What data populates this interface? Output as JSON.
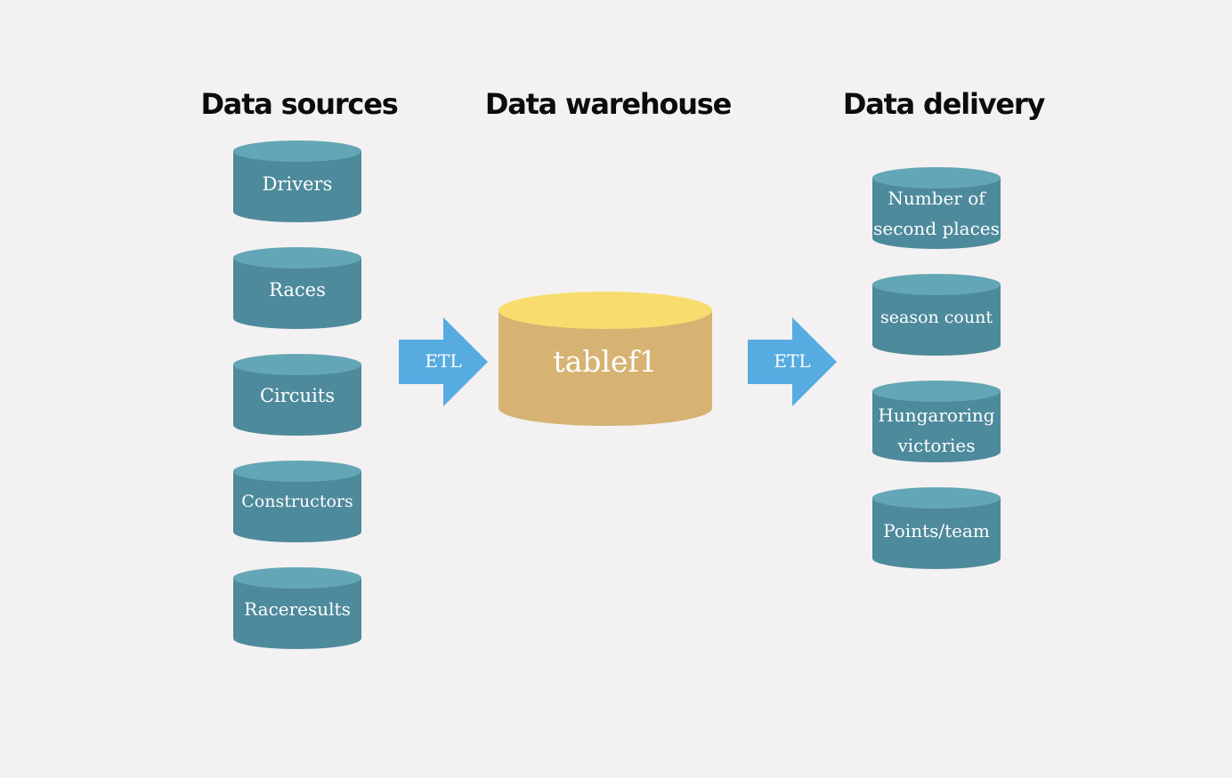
{
  "colors": {
    "background": "#f3f1f1",
    "cylinder_blue_body": "#4d8a9c",
    "cylinder_blue_top": "#63a6b6",
    "cylinder_gold_body": "#d6b373",
    "cylinder_gold_top": "#f8dd6e",
    "arrow_blue": "#56abe1",
    "heading_text": "#0c0c0c",
    "label_text": "#ffffff"
  },
  "headings": {
    "sources": "Data sources",
    "warehouse": "Data warehouse",
    "delivery": "Data delivery"
  },
  "sources": [
    {
      "label": "Drivers"
    },
    {
      "label": "Races"
    },
    {
      "label": "Circuits"
    },
    {
      "label": "Constructors"
    },
    {
      "label": "Raceresults"
    }
  ],
  "warehouse": {
    "label": "tablef1"
  },
  "arrows": {
    "etl_in": "ETL",
    "etl_out": "ETL"
  },
  "delivery": [
    {
      "lines": [
        "Number of",
        "second places"
      ]
    },
    {
      "lines": [
        "season count"
      ]
    },
    {
      "lines": [
        "Hungaroring",
        "victories"
      ]
    },
    {
      "lines": [
        "Points/team"
      ]
    }
  ]
}
